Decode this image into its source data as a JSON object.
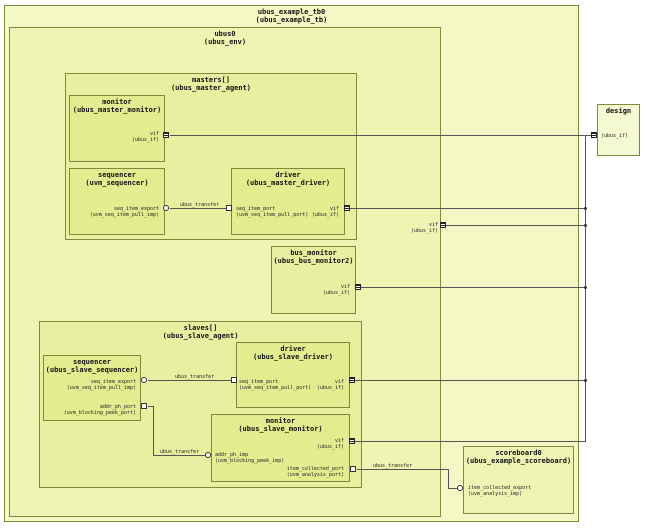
{
  "tb": {
    "name": "ubus_example_tb0",
    "type": "(ubus_example_tb)"
  },
  "env": {
    "name": "ubus0",
    "type": "(ubus_env)",
    "vif": "vif",
    "vif_type": "(ubus_if)"
  },
  "masters": {
    "name": "masters[]",
    "type": "(ubus_master_agent)",
    "monitor": {
      "name": "monitor",
      "type": "(ubus_master_monitor)",
      "vif": "vif",
      "vif_type": "(ubus_if)"
    },
    "sequencer": {
      "name": "sequencer",
      "type": "(uvm_sequencer)",
      "port": "seq_item_export",
      "port_type": "(uvm_seq_item_pull_imp)"
    },
    "driver": {
      "name": "driver",
      "type": "(ubus_master_driver)",
      "port": "seq_item_port",
      "port_type": "(uvm_seq_item_pull_port)",
      "vif": "vif",
      "vif_type": "(ubus_if)"
    },
    "conn_label": "ubus_transfer"
  },
  "bus_monitor": {
    "name": "bus_monitor",
    "type": "(ubus_bus_monitor2)",
    "vif": "vif",
    "vif_type": "(ubus_if)"
  },
  "slaves": {
    "name": "slaves[]",
    "type": "(ubus_slave_agent)",
    "sequencer": {
      "name": "sequencer",
      "type": "(ubus_slave_sequencer)",
      "port": "seq_item_export",
      "port_type": "(uvm_seq_item_pull_imp)",
      "port2": "addr_ph_port",
      "port2_type": "(uvm_blocking_peek_port)"
    },
    "driver": {
      "name": "driver",
      "type": "(ubus_slave_driver)",
      "port": "seq_item_port",
      "port_type": "(uvm_seq_item_pull_port)",
      "vif": "vif",
      "vif_type": "(ubus_if)"
    },
    "monitor": {
      "name": "monitor",
      "type": "(ubus_slave_monitor)",
      "vif": "vif",
      "vif_type": "(ubus_if)",
      "imp": "addr_ph_imp",
      "imp_type": "(uvm_blocking_peek_imp)",
      "ap": "item_collected_port",
      "ap_type": "(uvm_analysis_port)"
    },
    "conn_label_1": "ubus_transfer",
    "conn_label_2": "ubus_transfer"
  },
  "scoreboard": {
    "name": "scoreboard0",
    "type": "(ubus_example_scoreboard)",
    "port": "item_collected_export",
    "port_type": "(uvm_analysis_imp)",
    "conn_label": "ubus_transfer"
  },
  "design": {
    "name": "design",
    "port": "(ubus_if)"
  }
}
